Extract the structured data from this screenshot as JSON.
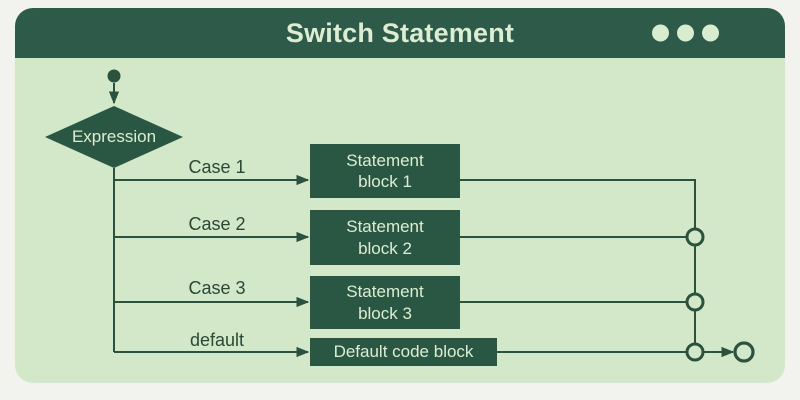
{
  "window": {
    "title": "Switch Statement",
    "menu_icon": "three-dots-menu"
  },
  "flowchart": {
    "start_icon": "start-node",
    "decision_label": "Expression",
    "branches": [
      {
        "case_label": "Case 1",
        "block_label": "Statement\nblock 1"
      },
      {
        "case_label": "Case 2",
        "block_label": "Statement\nblock 2"
      },
      {
        "case_label": "Case 3",
        "block_label": "Statement\nblock 3"
      },
      {
        "case_label": "default",
        "block_label": "Default code block"
      }
    ],
    "end_icon": "end-node"
  },
  "colors": {
    "page_background": "#f2f3ef",
    "window_header": "#2e5a49",
    "canvas": "#d3e8c8",
    "node_fill": "#2a5743",
    "connector_line": "#2b523f",
    "light_text": "#dcedd3",
    "dark_text": "#2b4737"
  }
}
